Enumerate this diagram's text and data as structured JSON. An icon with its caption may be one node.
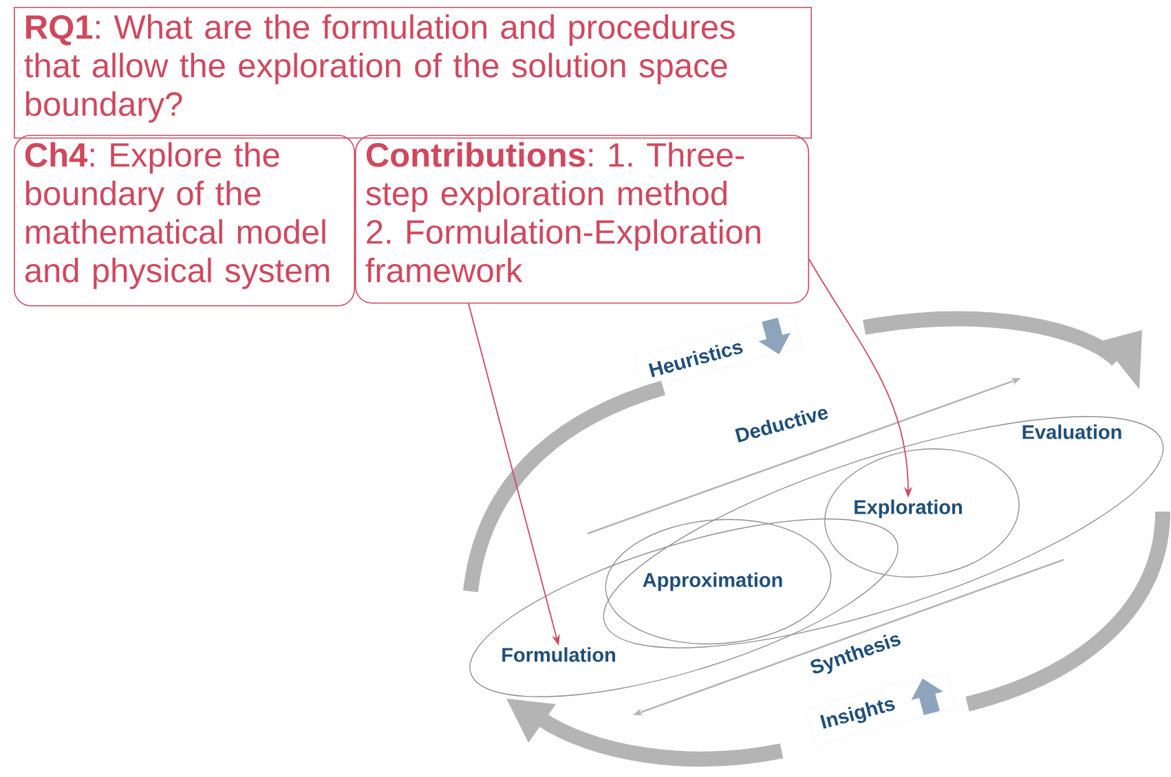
{
  "diagram": {
    "nodes": [
      {
        "text": [
          "**RQ1**: What are the formulation and procedures that allow the exploration of the solution space boundary?"
        ]
      },
      {
        "text": [
          "**Ch4**: Explore the boundary of the mathematical model and physical system"
        ]
      },
      {
        "text": [
          "**Contributions**: 1. Three-step exploration method 2. Formulation-Exploration framework"
        ]
      },
      {
        "text": [
          "Heuristics"
        ]
      },
      {
        "text": [
          "Evaluation"
        ]
      },
      {
        "text": [
          "Exploration"
        ],
        "in": 4
      },
      {
        "text": [
          "Approximation"
        ]
      },
      {
        "text": [
          "Formulation"
        ]
      },
      {
        "text": [
          "Insights"
        ]
      }
    ],
    "edges": [
      {
        "from": 2,
        "to": 5,
        "arrow": "to"
      },
      {
        "from": 2,
        "to": 7,
        "arrow": "to"
      }
    ],
    "labels": [
      "Deductive",
      "Synthesis"
    ]
  }
}
